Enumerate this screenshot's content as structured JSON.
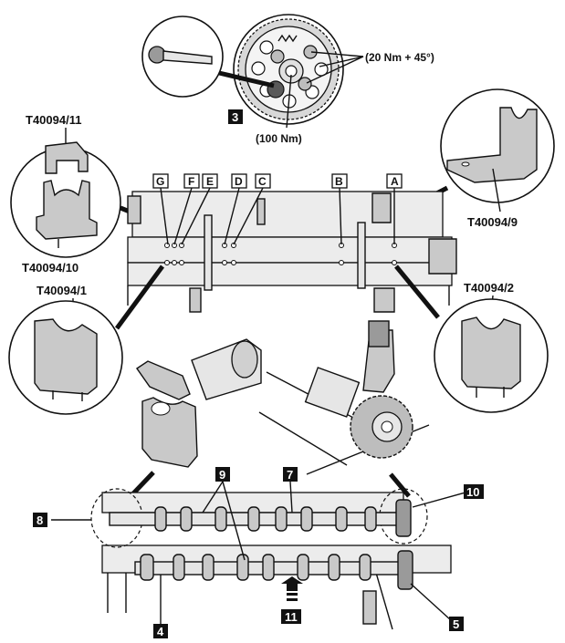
{
  "torque_labels": {
    "bolts": "(20 Nm + 45°)",
    "center": "(100 Nm)"
  },
  "callouts": {
    "c3": "3",
    "c4": "4",
    "c5": "5",
    "c7": "7",
    "c8": "8",
    "c9": "9",
    "c10": "10",
    "c11": "11"
  },
  "tools": {
    "t11": "T40094/11",
    "t10": "T40094/10",
    "t1": "T40094/1",
    "t9": "T40094/9",
    "t2": "T40094/2"
  },
  "frame_letters": {
    "G": "G",
    "F": "F",
    "E": "E",
    "D": "D",
    "C": "C",
    "B": "B",
    "A": "A"
  }
}
